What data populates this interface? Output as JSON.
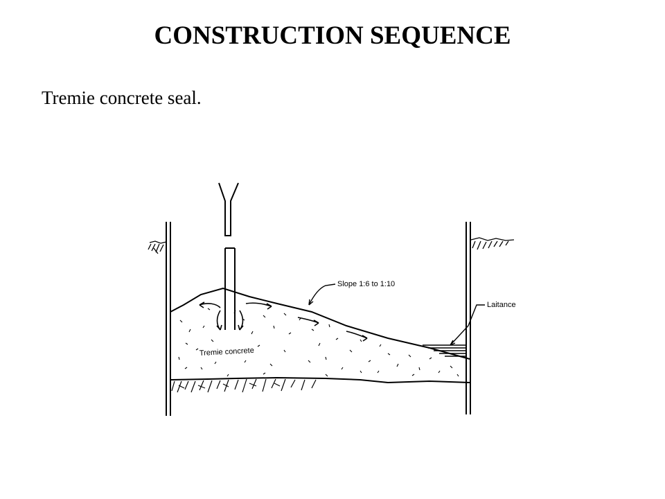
{
  "slide": {
    "title": "CONSTRUCTION SEQUENCE",
    "subtitle": "Tremie concrete seal."
  },
  "diagram": {
    "labels": {
      "slope": "Slope 1:6 to 1:10",
      "laitance": "Laitance",
      "concrete": "Tremie concrete"
    }
  }
}
